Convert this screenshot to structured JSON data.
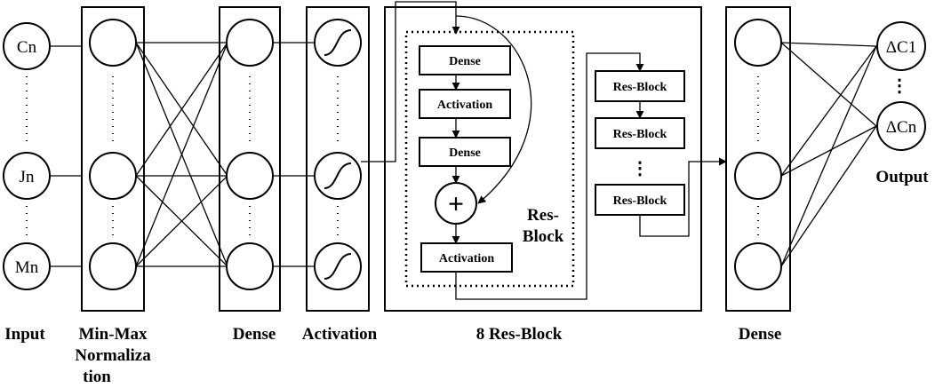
{
  "input_nodes": [
    "Cn",
    "Jn",
    "Mn"
  ],
  "output_nodes": [
    "ΔC1",
    "ΔCn"
  ],
  "column_labels": {
    "input": "Input",
    "minmax_line1": "Min-Max",
    "minmax_line2": "Normaliza",
    "minmax_line3": "tion",
    "dense1": "Dense",
    "activation": "Activation",
    "resblocks": "8 Res-Block",
    "dense2": "Dense",
    "output": "Output"
  },
  "resblock_detail": {
    "dense_a": "Dense",
    "activation_a": "Activation",
    "dense_b": "Dense",
    "sum_symbol": "+",
    "activation_b": "Activation",
    "label_line1": "Res-",
    "label_line2": "Block"
  },
  "resblock_chain": [
    "Res-Block",
    "Res-Block",
    "Res-Block"
  ],
  "ellipsis_vertical": "⋮"
}
